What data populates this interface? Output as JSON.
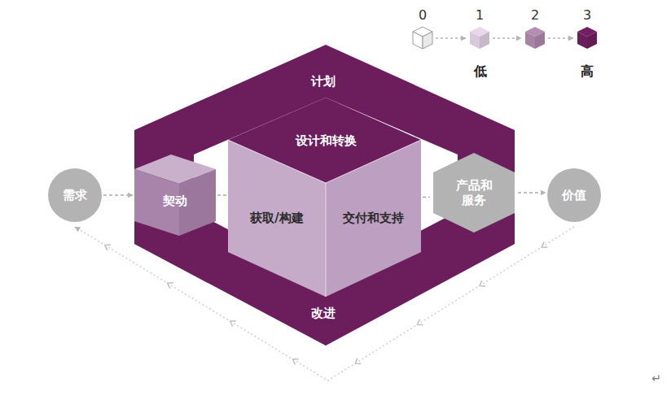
{
  "diagram": {
    "nodes": [
      {
        "text": [
          "需求"
        ]
      },
      {
        "text": [
          "计划",
          "改进"
        ]
      },
      {
        "text": [
          "契动"
        ]
      },
      {
        "text": [
          "设计和转换",
          "获取/构建",
          "交付和支持"
        ]
      },
      {
        "text": [
          "产品和服务"
        ]
      },
      {
        "text": [
          "价值"
        ]
      }
    ],
    "edges": [
      {
        "from": 0,
        "to": 2,
        "arrow": "to"
      },
      {
        "from": 2,
        "to": 3,
        "arrow": "none"
      },
      {
        "from": 3,
        "to": 4,
        "arrow": "none"
      },
      {
        "from": 4,
        "to": 5,
        "arrow": "to"
      },
      {
        "from": 5,
        "to": 0,
        "arrow": "to"
      }
    ],
    "labels": [
      "低",
      "高",
      "↵"
    ],
    "legend": [
      {
        "text": "0",
        "color": "#ffffff"
      },
      {
        "text": "1",
        "color": "#d9c8dc"
      },
      {
        "text": "2",
        "color": "#a784a6"
      },
      {
        "text": "3",
        "color": "#6b1d5c"
      }
    ]
  }
}
